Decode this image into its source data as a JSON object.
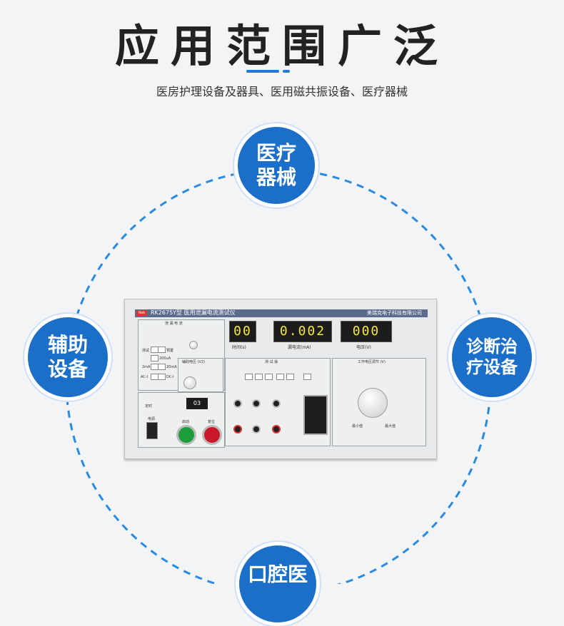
{
  "header": {
    "title": "应用范围广泛",
    "subtitle": "医房护理设备及器具、医用磁共振设备、医疗器械"
  },
  "colors": {
    "accent": "#1b6fc9",
    "ring": "#2a8ae0",
    "background": "#f2f4f6"
  },
  "bubbles": {
    "top": [
      "医疗",
      "器械"
    ],
    "left": [
      "辅助",
      "设备"
    ],
    "right": [
      "诊断治",
      "疗设备"
    ],
    "bottom": [
      "口腔医"
    ]
  },
  "device": {
    "brand": "Rek",
    "model": "RK2675Y型 医用泄漏电流测试仪",
    "company": "美瑞克电子科技有限公司",
    "leakage_section": "泄 漏 电 流",
    "displays": [
      {
        "value": "00",
        "label": "时间(s)"
      },
      {
        "value": "0.002",
        "label": "漏电流(mA)"
      },
      {
        "value": "000",
        "label": "电压(V)"
      }
    ],
    "aux_voltage": "辅助电压 (V2)",
    "test_net": "测 试 操",
    "work_voltage": "工作电压调节 (V)",
    "buttons": {
      "start": "启动",
      "reset": "复位",
      "power": "电源"
    },
    "timer": "03",
    "timer_label": "定时",
    "ranges": [
      "测试",
      "预置",
      "200uA",
      "2mA",
      "20mA",
      "AC-I",
      "DC-I"
    ],
    "knob_labels": {
      "min": "最小值",
      "max": "最大值"
    }
  }
}
